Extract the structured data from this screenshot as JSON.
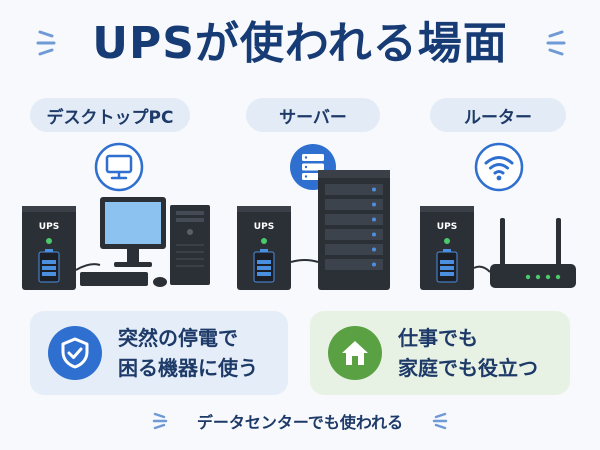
{
  "title": "UPSが使われる場面",
  "categories": [
    {
      "label": "デスクトップPC",
      "icon": "monitor-icon"
    },
    {
      "label": "サーバー",
      "icon": "server-rack-icon"
    },
    {
      "label": "ルーター",
      "icon": "wifi-icon"
    }
  ],
  "ups_label": "UPS",
  "cards": [
    {
      "line1": "突然の停電で",
      "line2": "困る機器に使う",
      "icon": "shield-check-icon",
      "color": "#2f6fd0"
    },
    {
      "line1": "仕事でも",
      "line2": "家庭でも役立つ",
      "icon": "home-icon",
      "color": "#5aa143"
    }
  ],
  "footer": "データセンターでも使われる",
  "colors": {
    "title": "#173b74",
    "accent_blue": "#2f6fd0",
    "accent_green": "#5aa143",
    "pill_bg": "#e3ebf6",
    "device_dark": "#2b2f36",
    "screen": "#8cc2f0"
  }
}
